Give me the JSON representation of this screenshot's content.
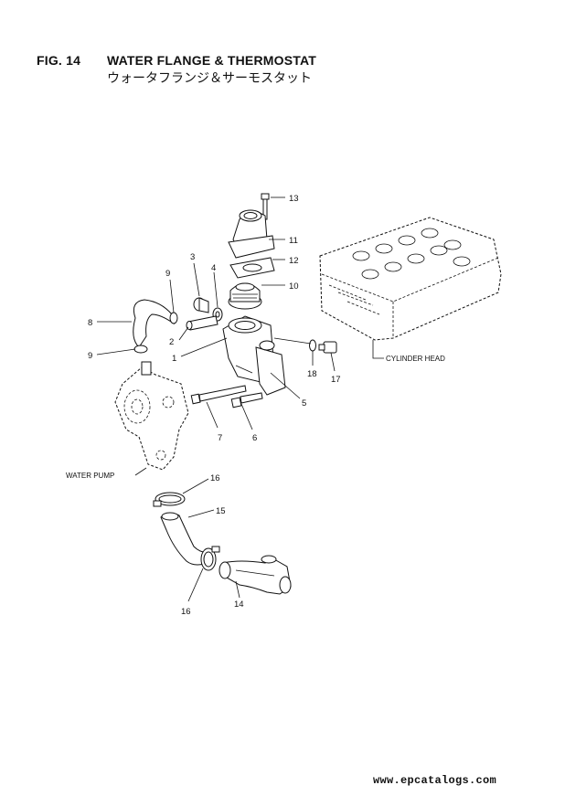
{
  "header": {
    "fig_number": "FIG. 14",
    "title_en": "WATER FLANGE & THERMOSTAT",
    "title_jp": "ウォータフランジ＆サーモスタット"
  },
  "diagram": {
    "callouts": [
      "13",
      "11",
      "12",
      "10",
      "3",
      "4",
      "9",
      "8",
      "2",
      "1",
      "9",
      "18",
      "17",
      "5",
      "7",
      "6",
      "16",
      "15",
      "16",
      "14"
    ],
    "labels": {
      "cylinder_head": "CYLINDER HEAD",
      "water_pump": "WATER PUMP"
    }
  },
  "footer": {
    "watermark": "www.epcatalogs.com"
  }
}
